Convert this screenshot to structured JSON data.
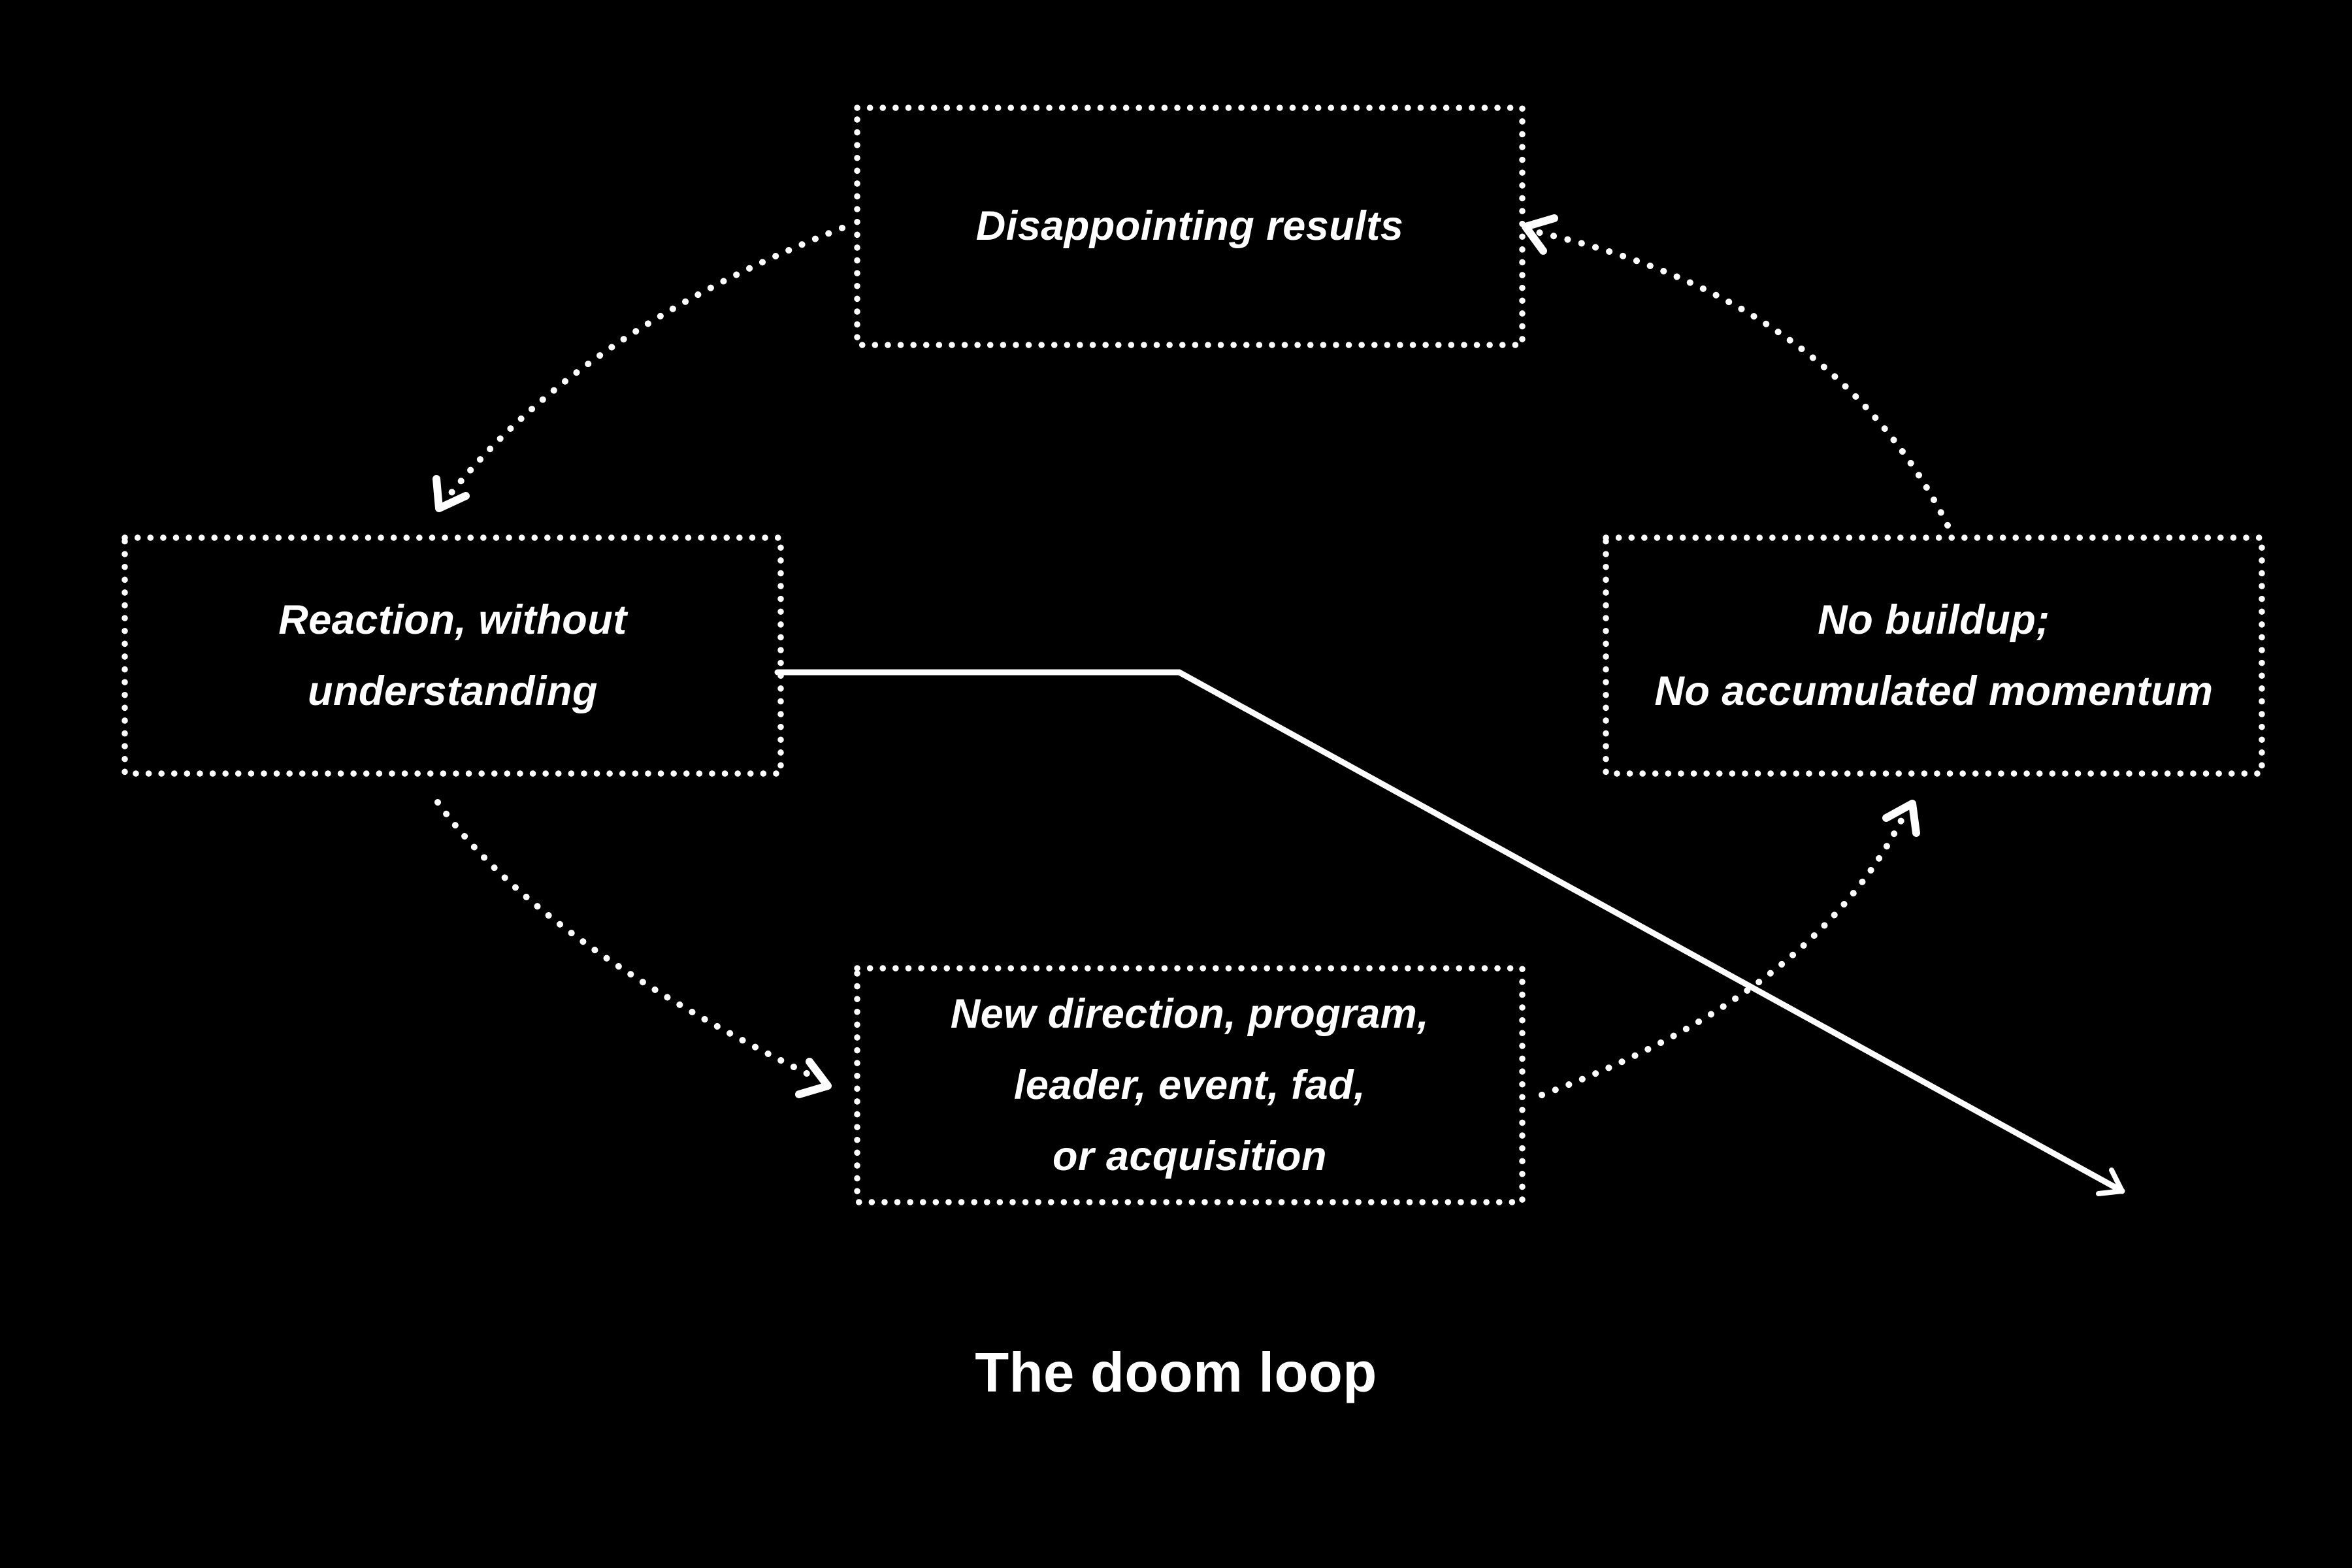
{
  "diagram": {
    "title": "The doom loop",
    "colors": {
      "background": "#000000",
      "foreground": "#ffffff"
    },
    "nodes": [
      {
        "id": "disappointing-results",
        "position": "top",
        "label": "Disappointing results"
      },
      {
        "id": "reaction",
        "position": "left",
        "label": "Reaction, without\nunderstanding"
      },
      {
        "id": "no-buildup",
        "position": "right",
        "label": "No buildup;\nNo accumulated momentum"
      },
      {
        "id": "new-direction",
        "position": "bottom",
        "label": "New direction, program,\nleader, event, fad,\nor acquisition"
      }
    ],
    "edges": [
      {
        "from": "disappointing-results",
        "to": "reaction",
        "style": "dotted-arc"
      },
      {
        "from": "reaction",
        "to": "new-direction",
        "style": "dotted-arc"
      },
      {
        "from": "new-direction",
        "to": "no-buildup",
        "style": "dotted-arc"
      },
      {
        "from": "no-buildup",
        "to": "disappointing-results",
        "style": "dotted-arc"
      }
    ],
    "trend_line": {
      "style": "solid-arrow",
      "description": "flat then declining line crossing the loop"
    }
  }
}
